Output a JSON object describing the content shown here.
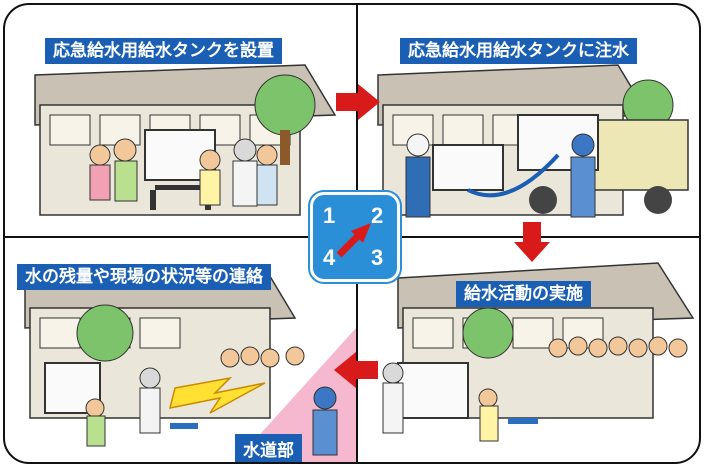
{
  "panels": [
    {
      "number": "1",
      "title": "応急給水用給水タンクを設置"
    },
    {
      "number": "2",
      "title": "応急給水用給水タンクに注水"
    },
    {
      "number": "3",
      "title": "給水活動の実施"
    },
    {
      "number": "4",
      "title": "水の残量や現場の状況等の連絡"
    }
  ],
  "water_dept_label": "水道部",
  "colors": {
    "label_blue": "#1a5fb4",
    "hub_blue": "#2a8fd6",
    "arrow_red": "#d91a1a",
    "pink_zone": "#f5b8cf"
  }
}
